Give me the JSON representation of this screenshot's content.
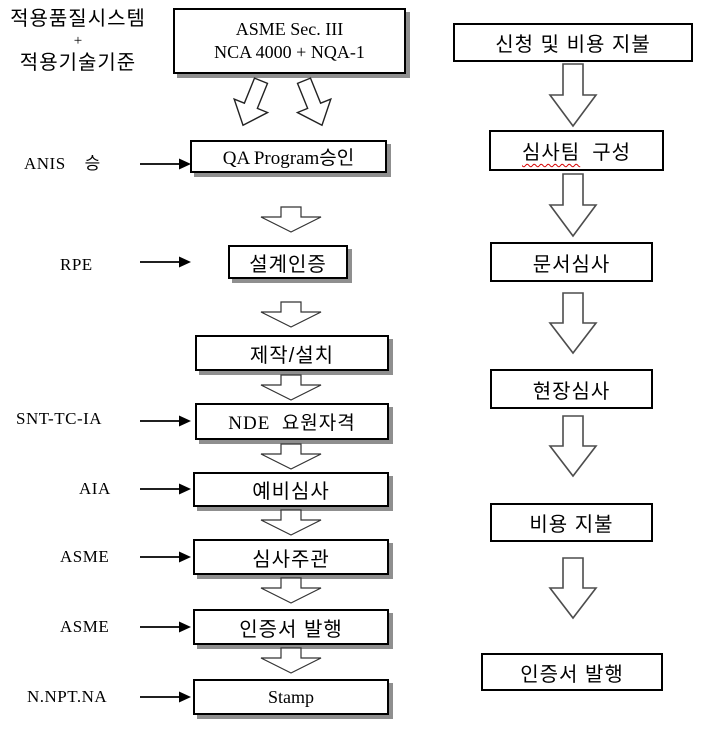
{
  "colors": {
    "background": "#ffffff",
    "box_border": "#000000",
    "box_shadow": "#8f8f8f",
    "big_arrow_outline": "#4d4d4d",
    "small_arrow_outline": "#333333",
    "spellcheck_underline": "#d40000"
  },
  "left_header": {
    "line1": "적용품질시스템",
    "line2": "+",
    "line3": "적용기술기준"
  },
  "top_box": {
    "line1": "ASME Sec. III",
    "line2": "NCA 4000 + NQA-1"
  },
  "left_annotations": [
    {
      "text": "ANIS    승"
    },
    {
      "text": "RPE"
    },
    {
      "text": "SNT-TC-IA"
    },
    {
      "text": "AIA"
    },
    {
      "text": "ASME"
    },
    {
      "text": "ASME"
    },
    {
      "text": "N.NPT.NA"
    }
  ],
  "center_flow": {
    "boxes": [
      {
        "label": "QA Program승인"
      },
      {
        "label": "설계인증"
      },
      {
        "label": "제작/설치"
      },
      {
        "label": "NDE  요원자격"
      },
      {
        "label": "예비심사"
      },
      {
        "label": "심사주관"
      },
      {
        "label": "인증서 발행"
      },
      {
        "label": "Stamp"
      }
    ]
  },
  "right_flow": {
    "boxes": [
      {
        "label": "신청 및 비용 지불"
      },
      {
        "label": "심사팀 구성",
        "word_flagged": "심사팀",
        "word_rest": "구성"
      },
      {
        "label": "문서심사"
      },
      {
        "label": "현장심사"
      },
      {
        "label": "비용 지불"
      },
      {
        "label": "인증서 발행"
      }
    ]
  }
}
